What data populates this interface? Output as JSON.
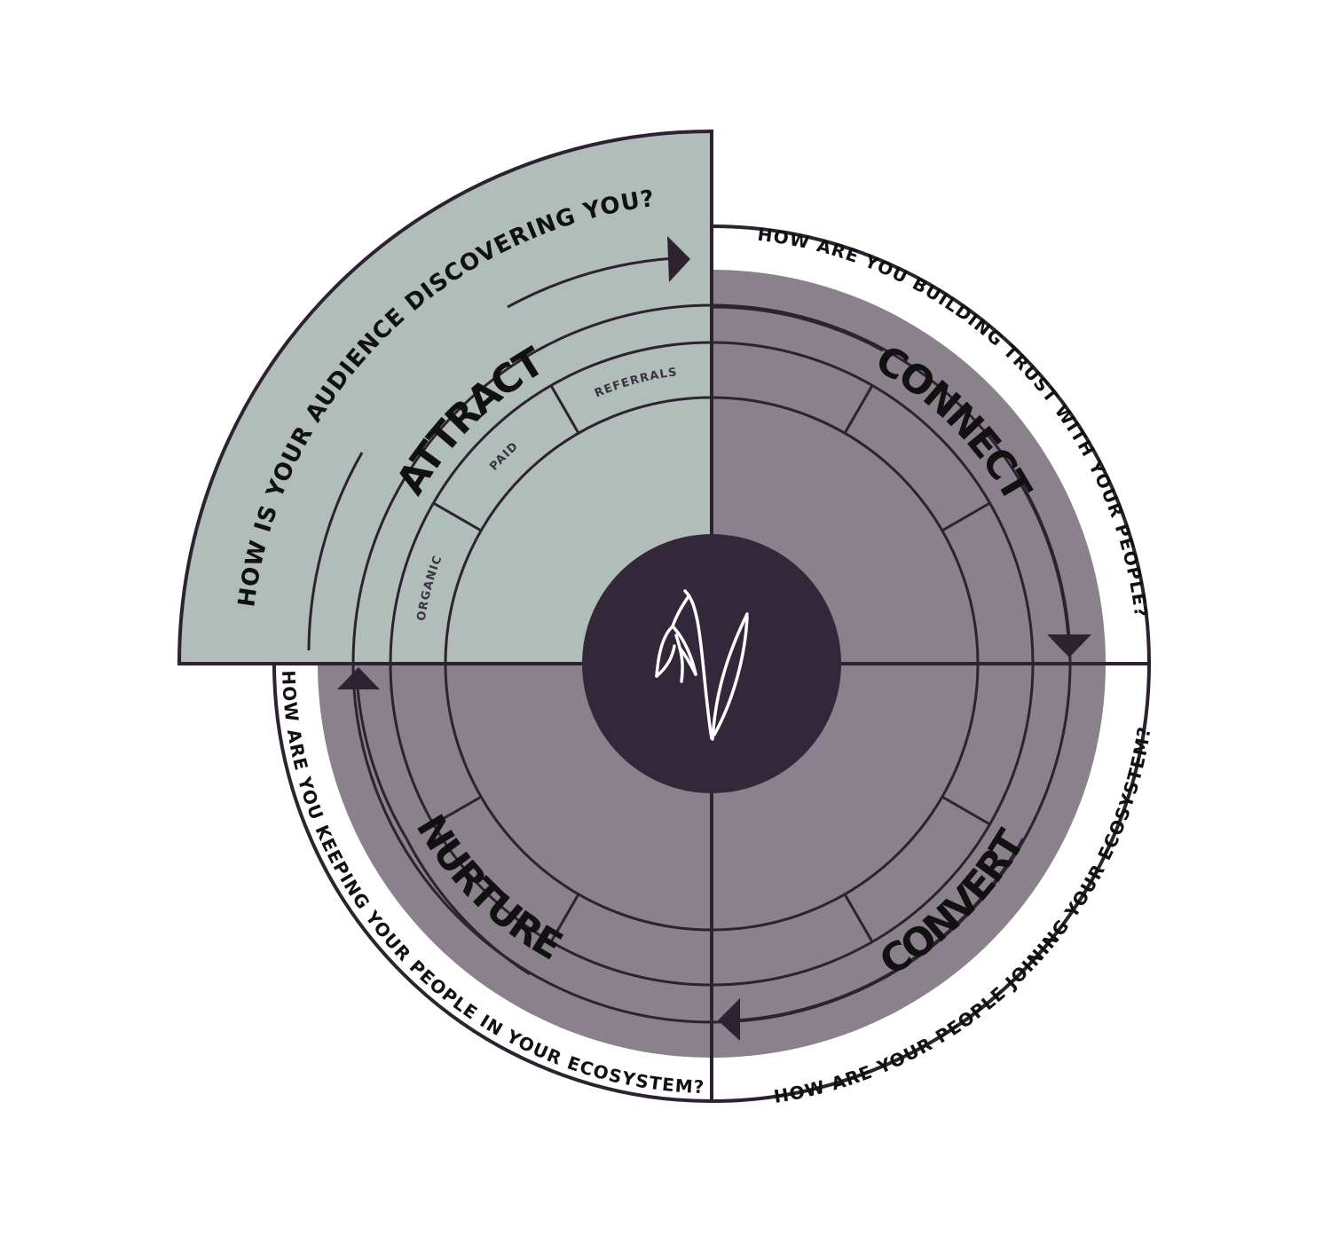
{
  "colors": {
    "background": "#ffffff",
    "outline": "#2c2230",
    "attract_fill": "#b1bdb8",
    "quadrant_fill": "#8a818d",
    "center_fill": "#33283a",
    "center_icon": "#ffffff"
  },
  "center_logo": {
    "icon": "snowdrop-flower-icon"
  },
  "attract": {
    "stage": "ATTRACT",
    "question": "HOW IS YOUR AUDIENCE DISCOVERING YOU?",
    "segments": [
      "ORGANIC",
      "PAID",
      "REFERRALS"
    ]
  },
  "connect": {
    "stage": "CONNECT",
    "question": "HOW ARE YOU BUILDING TRUST WITH YOUR PEOPLE?"
  },
  "convert": {
    "stage": "CONVERT",
    "question": "HOW ARE YOUR PEOPLE JOINING YOUR ECOSYSTEM?"
  },
  "nurture": {
    "stage": "NURTURE",
    "question": "HOW ARE YOU KEEPING YOUR PEOPLE IN YOUR ECOSYSTEM?"
  }
}
